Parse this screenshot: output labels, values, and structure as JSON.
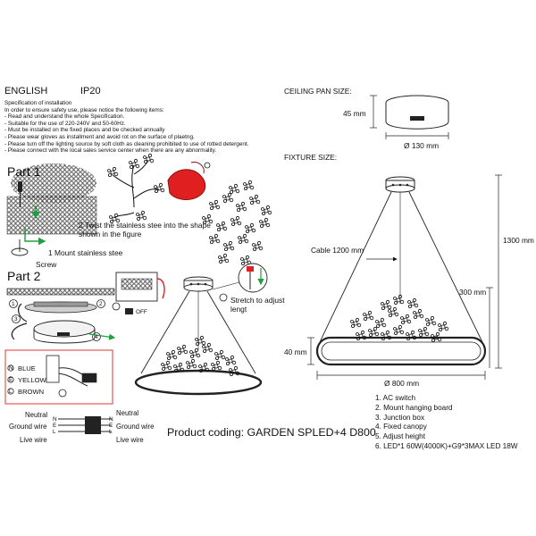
{
  "header": {
    "language": "ENGLISH",
    "ip_rating": "IP20"
  },
  "specification": {
    "lines": [
      "Specification of installation",
      "In order to ensure safety use, please notice the following items:",
      "- Read and understand the whole Specification.",
      "- Suitable for the use of 220-240V and 50-60Hz.",
      "- Must be installed on the fixed places and be checked annually",
      "- Please wear gloves as installment and avoid rot on the surface of plaetng.",
      "- Please turn off the lighting source by soft cloth as cleaning prohibited to use of rotted detergent.",
      "- Please connect with the local sales service center when there are any abnormality."
    ]
  },
  "part1": {
    "title": "Part 1",
    "step2": "2 Twist the stainless stee into the shape shown in the figure",
    "step1": "1 Mount stainless stee",
    "screw": "Screw"
  },
  "part2": {
    "title": "Part 2",
    "off": "OFF",
    "step1": "1",
    "step2": "2",
    "step3": "3",
    "step4": "4",
    "stretch": "Stretch to adjust lengt",
    "blue": "BLUE",
    "yellow": "YELLOW",
    "brown": "BROWN",
    "n": "N",
    "e": "E",
    "l": "L"
  },
  "wiring": {
    "neutral": "Neutral",
    "ground": "Ground wire",
    "live": "Live wire",
    "n": "N",
    "e": "E",
    "l": "L"
  },
  "dimensions": {
    "ceiling_pan_size": "CEILING PAN  SIZE:",
    "pan_height": "45 mm",
    "pan_diameter": "Ø 130 mm",
    "fixture_size": "FIXTURE SIZE:",
    "cable": "Cable 1200 mm",
    "total_height": "1300 mm",
    "drop": "300 mm",
    "ring_height": "40 mm",
    "ring_diameter": "Ø 800 mm"
  },
  "product_coding": "Product coding: GARDEN SPLED+4 D800",
  "legend": [
    "1. AC switch",
    "2. Mount hanging board",
    "3. Junction box",
    "4. Fixed canopy",
    "5. Adjust height",
    "6. LED*1 60W(4000K)+G9*3MAX LED 18W"
  ],
  "colors": {
    "ink": "#111111",
    "accent_red": "#e02020",
    "accent_green": "#1aa33a"
  }
}
